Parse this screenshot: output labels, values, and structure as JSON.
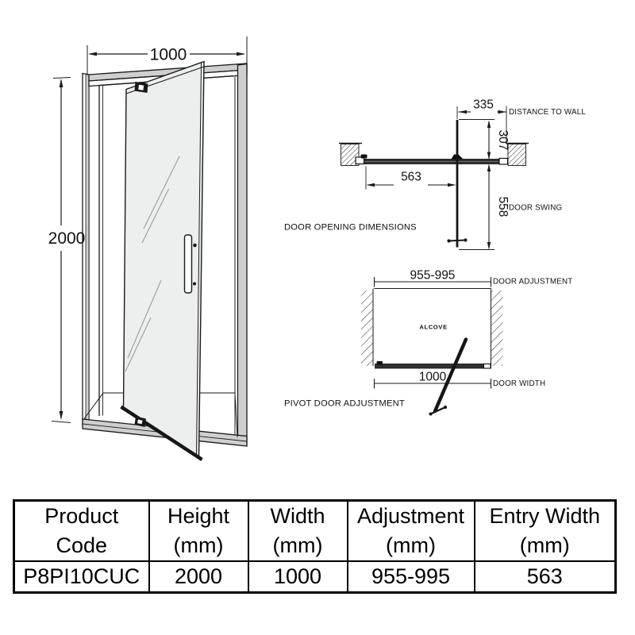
{
  "product_drawing": {
    "front_view": {
      "width_dim": "1000",
      "height_dim": "2000"
    },
    "opening_view": {
      "caption": "DOOR OPENING DIMENSIONS",
      "distance_to_wall_dim": "335",
      "distance_to_wall_label": "DISTANCE TO WALL",
      "projection_dim": "307",
      "entry_dim": "563",
      "door_swing_dim": "558",
      "door_swing_label": "DOOR SWING"
    },
    "adjustment_view": {
      "caption": "PIVOT DOOR ADJUSTMENT",
      "adjustment_dim": "955-995",
      "adjustment_label": "DOOR ADJUSTMENT",
      "alcove_label": "ALCOVE",
      "door_width_dim": "1000",
      "door_width_label": "DOOR WIDTH"
    }
  },
  "spec_table": {
    "headers": [
      {
        "line1": "Product",
        "line2": "Code"
      },
      {
        "line1": "Height",
        "line2": "(mm)"
      },
      {
        "line1": "Width",
        "line2": "(mm)"
      },
      {
        "line1": "Adjustment",
        "line2": "(mm)"
      },
      {
        "line1": "Entry Width",
        "line2": "(mm)"
      }
    ],
    "row": {
      "product_code": "P8PI10CUC",
      "height": "2000",
      "width": "1000",
      "adjustment": "955-995",
      "entry_width": "563"
    }
  },
  "colors": {
    "line": "#1a1a1a",
    "metal_gray": "#cfcfcf",
    "glass": "#edefee"
  }
}
